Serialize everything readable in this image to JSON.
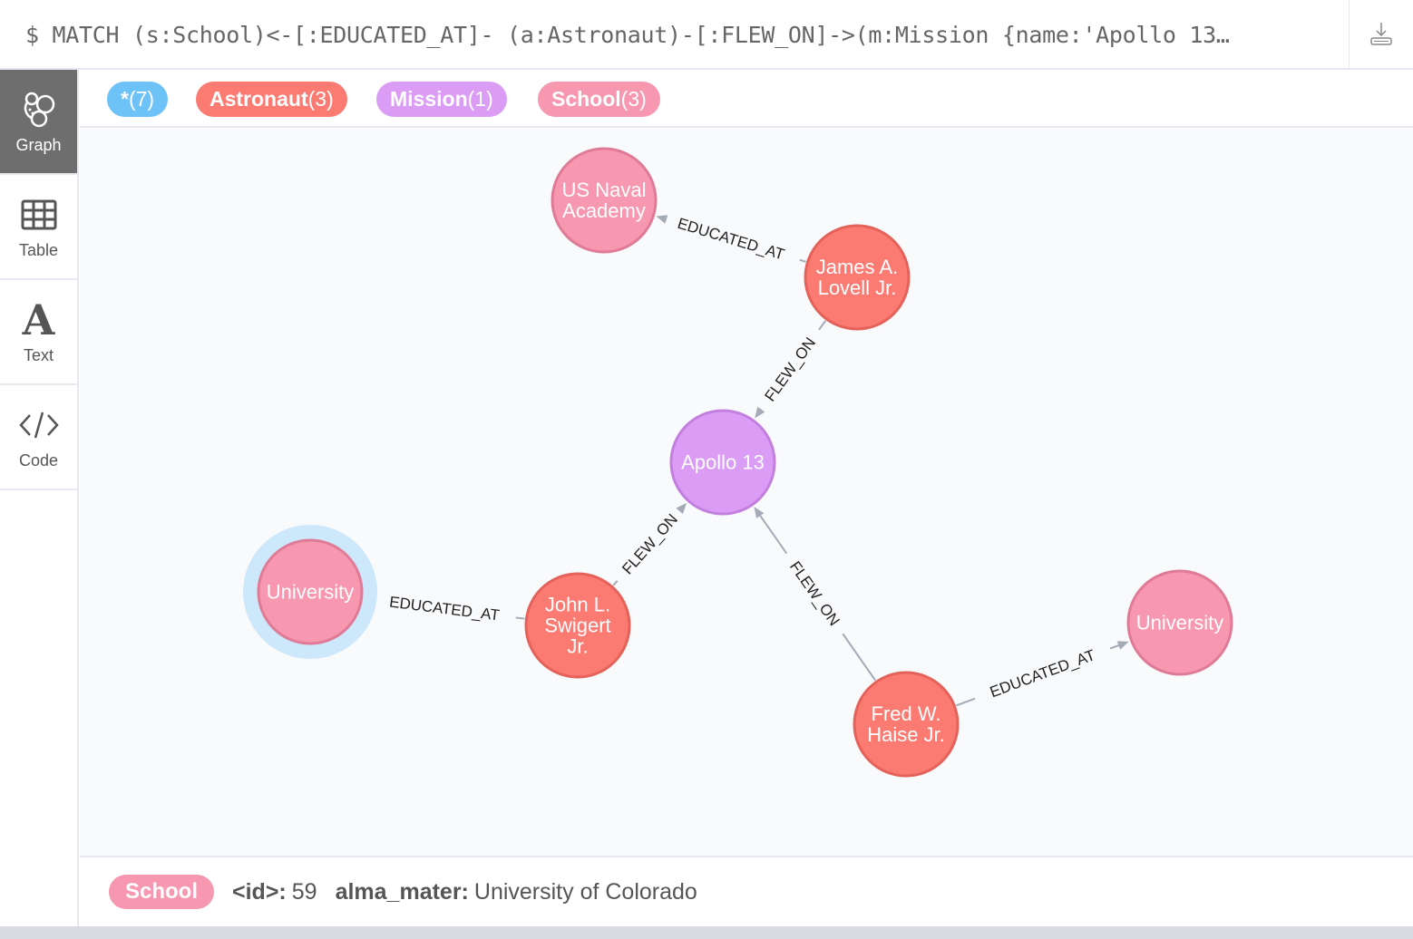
{
  "query": "$ MATCH (s:School)<-[:EDUCATED_AT]- (a:Astronaut)-[:FLEW_ON]->(m:Mission {name:'Apollo 13…",
  "sidebar": [
    {
      "label": "Graph",
      "icon": "graph-icon"
    },
    {
      "label": "Table",
      "icon": "table-icon"
    },
    {
      "label": "Text",
      "icon": "text-icon"
    },
    {
      "label": "Code",
      "icon": "code-icon"
    }
  ],
  "legend": [
    {
      "name": "*",
      "count": "(7)",
      "color": "#6dc2f7"
    },
    {
      "name": "Astronaut",
      "count": "(3)",
      "color": "#fb7a72"
    },
    {
      "name": "Mission",
      "count": "(1)",
      "color": "#da9cf5"
    },
    {
      "name": "School",
      "count": "(3)",
      "color": "#f797b0"
    }
  ],
  "graph": {
    "nodes": [
      {
        "id": "naval",
        "label": [
          "US Naval",
          "Academy"
        ],
        "type": "School"
      },
      {
        "id": "lovell",
        "label": [
          "James A.",
          "Lovell Jr."
        ],
        "type": "Astronaut"
      },
      {
        "id": "apollo",
        "label": [
          "Apollo 13"
        ],
        "type": "Mission"
      },
      {
        "id": "univ1",
        "label": [
          "University"
        ],
        "type": "School",
        "selected": true
      },
      {
        "id": "swigert",
        "label": [
          "John L.",
          "Swigert",
          "Jr."
        ],
        "type": "Astronaut"
      },
      {
        "id": "haise",
        "label": [
          "Fred W.",
          "Haise Jr."
        ],
        "type": "Astronaut"
      },
      {
        "id": "univ2",
        "label": [
          "University"
        ],
        "type": "School"
      }
    ],
    "edges": [
      {
        "from": "lovell",
        "to": "naval",
        "label": "EDUCATED_AT"
      },
      {
        "from": "lovell",
        "to": "apollo",
        "label": "FLEW_ON"
      },
      {
        "from": "swigert",
        "to": "apollo",
        "label": "FLEW_ON"
      },
      {
        "from": "swigert",
        "to": "univ1",
        "label": "EDUCATED_AT"
      },
      {
        "from": "haise",
        "to": "apollo",
        "label": "FLEW_ON"
      },
      {
        "from": "haise",
        "to": "univ2",
        "label": "EDUCATED_AT"
      }
    ],
    "colors": {
      "Astronaut": [
        "#fb7a72",
        "#e5625b"
      ],
      "Mission": [
        "#da9cf5",
        "#c27fde"
      ],
      "School": [
        "#f797b0",
        "#e07b97"
      ]
    }
  },
  "footer": {
    "label": "School",
    "id_key": "<id>:",
    "id_value": "59",
    "prop_key": "alma_mater:",
    "prop_value": "University of Colorado"
  }
}
